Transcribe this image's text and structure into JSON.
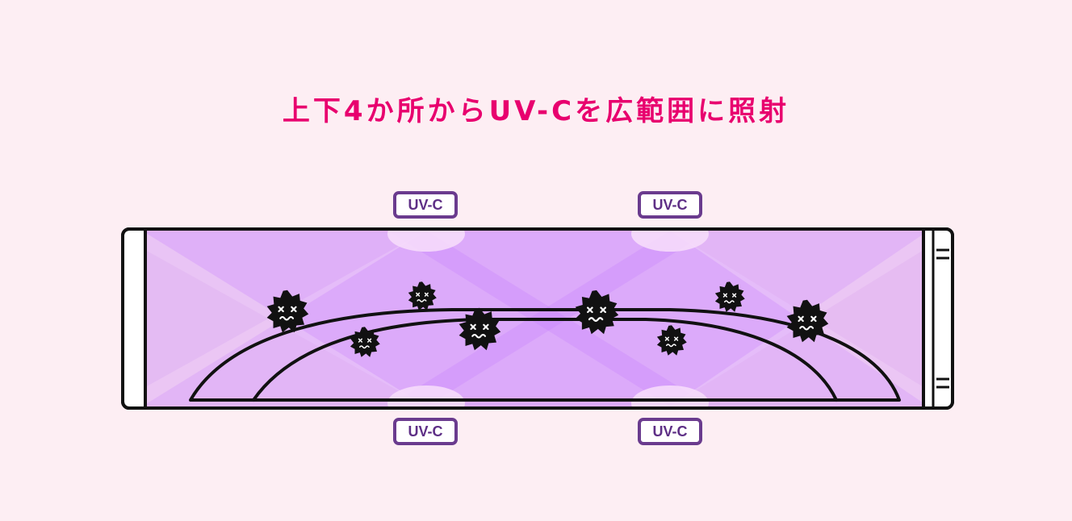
{
  "headline": "上下4か所からUV-Cを広範囲に照射",
  "uv_labels": {
    "top_left": "UV-C",
    "top_right": "UV-C",
    "bottom_left": "UV-C",
    "bottom_right": "UV-C"
  },
  "colors": {
    "background": "#fdeef3",
    "headline": "#e8006e",
    "uv_light": "#c77dff",
    "badge_border": "#6a3b8e",
    "outline": "#111111"
  },
  "icons": [
    "germ-icon"
  ]
}
